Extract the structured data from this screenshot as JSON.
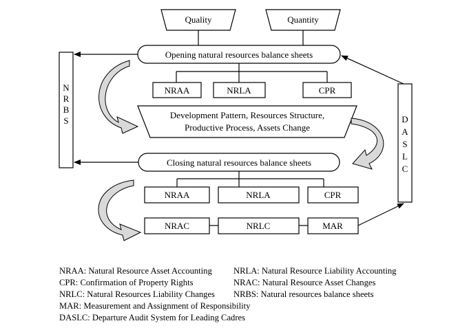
{
  "inputs": {
    "quality": "Quality",
    "quantity": "Quantity"
  },
  "opening": "Opening natural resources balance sheets",
  "closing": "Closing natural resources balance sheets",
  "row1": [
    "NRAA",
    "NRLA",
    "CPR"
  ],
  "row2": [
    "NRAA",
    "NRLA",
    "CPR"
  ],
  "row3": [
    "NRAC",
    "NRLC",
    "MAR"
  ],
  "trapezoid": [
    "Development Pattern, Resources Structure,",
    "Productive Process, Assets Change"
  ],
  "nrbs": [
    "N",
    "R",
    "B",
    "S"
  ],
  "daslc": [
    "D",
    "A",
    "S",
    "L",
    "C"
  ],
  "legend": [
    [
      "NRAA: Natural Resource Asset Accounting",
      "NRLA: Natural Resource Liability Accounting"
    ],
    [
      "CPR: Confirmation of Property Rights",
      "NRAC: Natural Resource Asset Changes"
    ],
    [
      "NRLC: Natural Resources Liability Changes",
      "NRBS:  Natural resources balance sheets"
    ],
    [
      "MAR: Measurement and Assignment of Responsibility",
      ""
    ],
    [
      "DASLC: Departure Audit System for Leading Cadres",
      ""
    ]
  ]
}
